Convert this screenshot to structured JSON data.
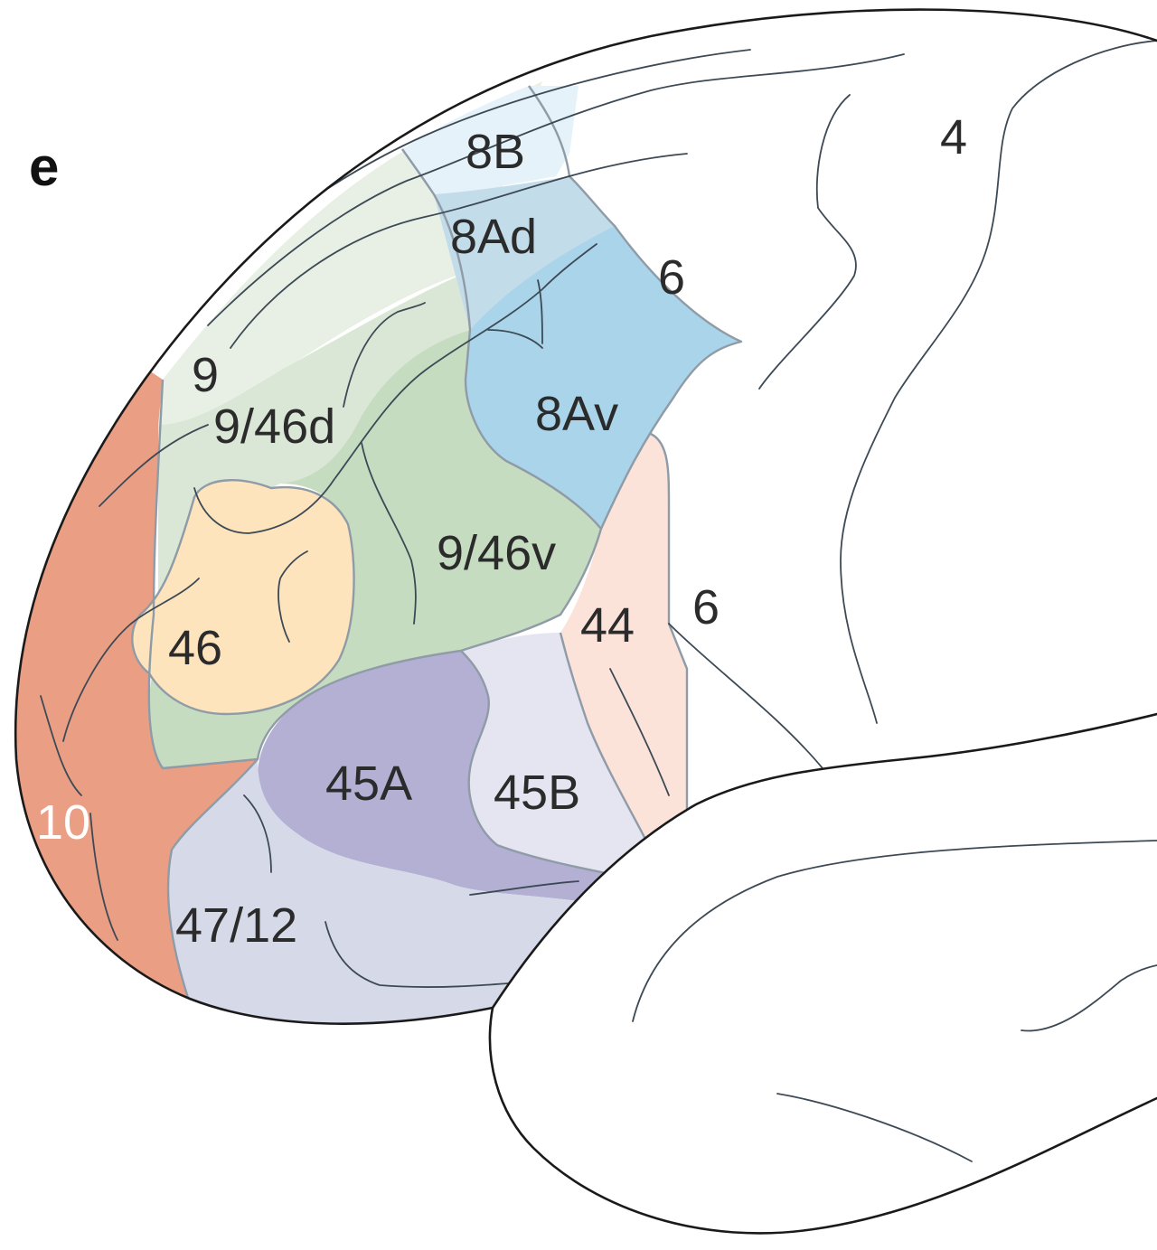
{
  "panel_letter": "e",
  "colors": {
    "area_10": "#ea9f84",
    "area_9": "#e8efe5",
    "area_9_46d": "#dbe7d6",
    "area_46": "#fde4bd",
    "area_9_46v": "#c6dcc0",
    "area_8B": "#e6f2f9",
    "area_8Ad": "#c3dcea",
    "area_8Av": "#a9d4ea",
    "area_44": "#fbe3da",
    "area_45A": "#b3b0d4",
    "area_45B": "#e5e4f1",
    "area_47_12": "#d6dae8",
    "unlabeled_surface": "#ffffff",
    "outline": "#1a1a1a",
    "sulci": "#3d4a55",
    "region_border": "#8f9ba6"
  },
  "labels": {
    "area_4": "4",
    "area_6_dorsal": "6",
    "area_6_ventral": "6",
    "area_8B": "8B",
    "area_8Ad": "8Ad",
    "area_8Av": "8Av",
    "area_9": "9",
    "area_9_46d": "9/46d",
    "area_9_46v": "9/46v",
    "area_46": "46",
    "area_44": "44",
    "area_45A": "45A",
    "area_45B": "45B",
    "area_47_12": "47/12",
    "area_10": "10"
  }
}
